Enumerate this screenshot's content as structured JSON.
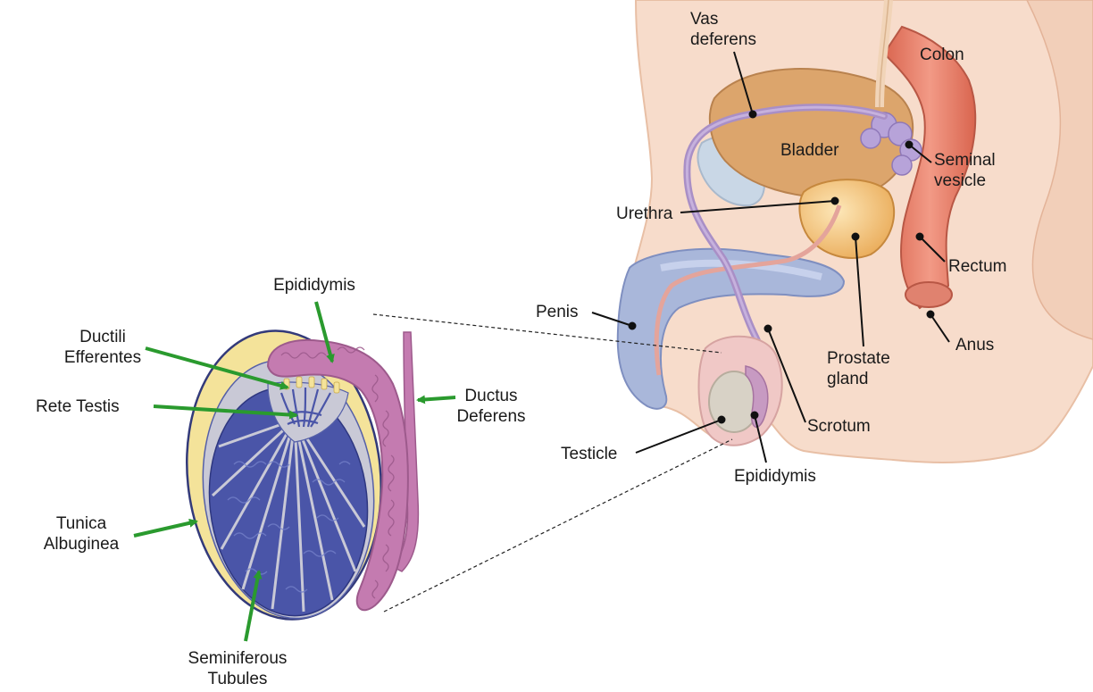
{
  "testis_labels": {
    "epididymis": "Epididymis",
    "ductili_line1": "Ductili",
    "ductili_line2": "Efferentes",
    "rete_testis": "Rete Testis",
    "ductus_line1": "Ductus",
    "ductus_line2": "Deferens",
    "tunica_line1": "Tunica",
    "tunica_line2": "Albuginea",
    "seminiferous_line1": "Seminiferous",
    "seminiferous_line2": "Tubules"
  },
  "anatomy_labels": {
    "vas_line1": "Vas",
    "vas_line2": "deferens",
    "colon": "Colon",
    "bladder": "Bladder",
    "seminal_line1": "Seminal",
    "seminal_line2": "vesicle",
    "urethra": "Urethra",
    "rectum": "Rectum",
    "penis": "Penis",
    "anus": "Anus",
    "prostate_line1": "Prostate",
    "prostate_line2": "gland",
    "scrotum": "Scrotum",
    "testicle": "Testicle",
    "epididymis": "Epididymis"
  },
  "colors": {
    "pointer_green": "#2a9a2e",
    "leader_black": "#111111",
    "skin": "#f6d9c6",
    "tunica_yellow": "#f4e39a",
    "tubule_blue": "#4a55a8",
    "epididymis_purple": "#c47bb0",
    "colon_red": "#e27a6a",
    "bladder_orange": "#dba06a",
    "vas_purple": "#b493c8"
  }
}
